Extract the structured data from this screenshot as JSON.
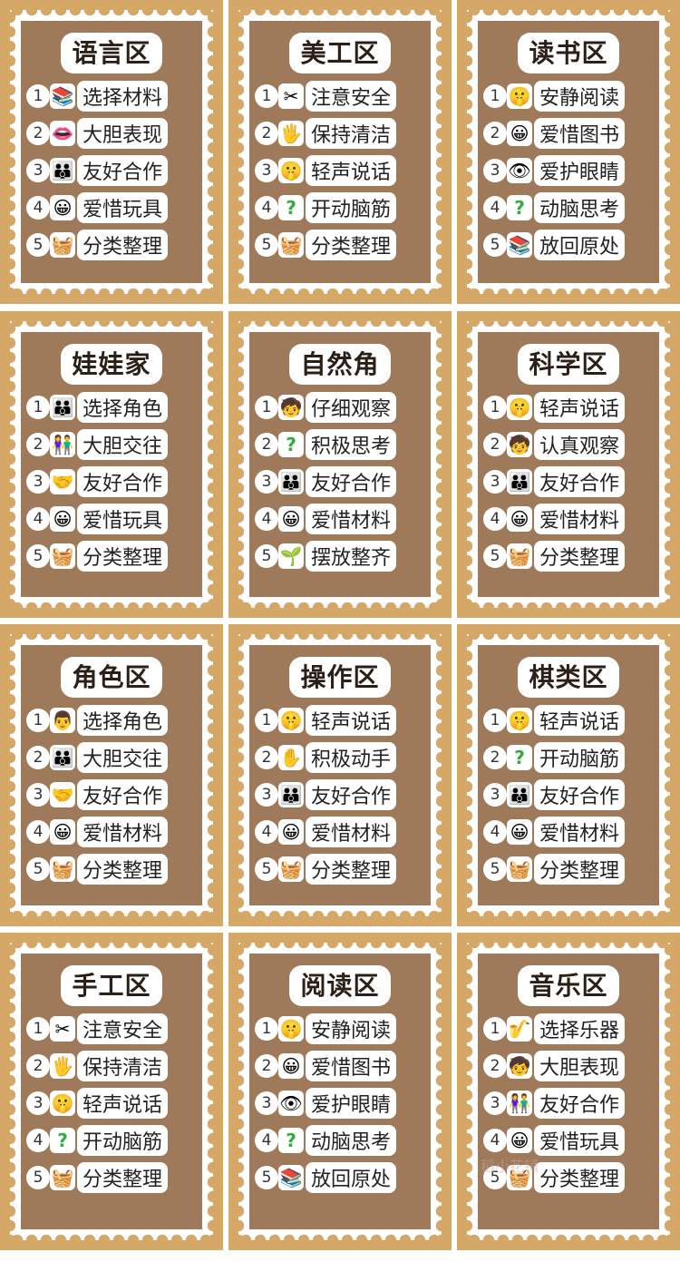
{
  "cards": [
    {
      "title": "语言区",
      "rows": [
        {
          "num": "1",
          "icon": "books-icon",
          "glyph": "📚",
          "text": "选择材料"
        },
        {
          "num": "2",
          "icon": "lips-icon",
          "glyph": "👄",
          "text": "大胆表现"
        },
        {
          "num": "3",
          "icon": "people-icon",
          "glyph": "👪",
          "text": "友好合作"
        },
        {
          "num": "4",
          "icon": "smiley-icon",
          "glyph": "😀",
          "text": "爱惜玩具"
        },
        {
          "num": "5",
          "icon": "basket-icon",
          "glyph": "🧺",
          "text": "分类整理"
        }
      ]
    },
    {
      "title": "美工区",
      "rows": [
        {
          "num": "1",
          "icon": "scissors-icon",
          "glyph": "✂",
          "text": "注意安全"
        },
        {
          "num": "2",
          "icon": "hand-icon",
          "glyph": "🖐",
          "text": "保持清洁"
        },
        {
          "num": "3",
          "icon": "quiet-sign-icon",
          "glyph": "🤫",
          "text": "轻声说话"
        },
        {
          "num": "4",
          "icon": "question-icon",
          "glyph": "?",
          "text": "开动脑筋"
        },
        {
          "num": "5",
          "icon": "basket-icon",
          "glyph": "🧺",
          "text": "分类整理"
        }
      ]
    },
    {
      "title": "读书区",
      "rows": [
        {
          "num": "1",
          "icon": "quiet-sign-icon",
          "glyph": "🤫",
          "text": "安静阅读"
        },
        {
          "num": "2",
          "icon": "smiley-icon",
          "glyph": "😀",
          "text": "爱惜图书"
        },
        {
          "num": "3",
          "icon": "eye-icon",
          "glyph": "👁",
          "text": "爱护眼睛"
        },
        {
          "num": "4",
          "icon": "question-icon",
          "glyph": "?",
          "text": "动脑思考"
        },
        {
          "num": "5",
          "icon": "books-icon",
          "glyph": "📚",
          "text": "放回原处"
        }
      ]
    },
    {
      "title": "娃娃家",
      "rows": [
        {
          "num": "1",
          "icon": "family-icon",
          "glyph": "👪",
          "text": "选择角色"
        },
        {
          "num": "2",
          "icon": "people-icon",
          "glyph": "👫",
          "text": "大胆交往"
        },
        {
          "num": "3",
          "icon": "handshake-icon",
          "glyph": "🤝",
          "text": "友好合作"
        },
        {
          "num": "4",
          "icon": "smiley-icon",
          "glyph": "😀",
          "text": "爱惜玩具"
        },
        {
          "num": "5",
          "icon": "basket-icon",
          "glyph": "🧺",
          "text": "分类整理"
        }
      ]
    },
    {
      "title": "自然角",
      "rows": [
        {
          "num": "1",
          "icon": "child-observe-icon",
          "glyph": "🧒",
          "text": "仔细观察"
        },
        {
          "num": "2",
          "icon": "question-icon",
          "glyph": "?",
          "text": "积极思考"
        },
        {
          "num": "3",
          "icon": "people-icon",
          "glyph": "👪",
          "text": "友好合作"
        },
        {
          "num": "4",
          "icon": "smiley-icon",
          "glyph": "😀",
          "text": "爱惜材料"
        },
        {
          "num": "5",
          "icon": "plant-icon",
          "glyph": "🌱",
          "text": "摆放整齐"
        }
      ]
    },
    {
      "title": "科学区",
      "rows": [
        {
          "num": "1",
          "icon": "quiet-sign-icon",
          "glyph": "🤫",
          "text": "轻声说话"
        },
        {
          "num": "2",
          "icon": "child-observe-icon",
          "glyph": "🧒",
          "text": "认真观察"
        },
        {
          "num": "3",
          "icon": "people-icon",
          "glyph": "👪",
          "text": "友好合作"
        },
        {
          "num": "4",
          "icon": "smiley-icon",
          "glyph": "😀",
          "text": "爱惜材料"
        },
        {
          "num": "5",
          "icon": "basket-icon",
          "glyph": "🧺",
          "text": "分类整理"
        }
      ]
    },
    {
      "title": "角色区",
      "rows": [
        {
          "num": "1",
          "icon": "chef-icon",
          "glyph": "👨",
          "text": "选择角色"
        },
        {
          "num": "2",
          "icon": "people-icon",
          "glyph": "👪",
          "text": "大胆交往"
        },
        {
          "num": "3",
          "icon": "handshake-icon",
          "glyph": "🤝",
          "text": "友好合作"
        },
        {
          "num": "4",
          "icon": "smiley-icon",
          "glyph": "😀",
          "text": "爱惜材料"
        },
        {
          "num": "5",
          "icon": "basket-icon",
          "glyph": "🧺",
          "text": "分类整理"
        }
      ]
    },
    {
      "title": "操作区",
      "rows": [
        {
          "num": "1",
          "icon": "quiet-sign-icon",
          "glyph": "🤫",
          "text": "轻声说话"
        },
        {
          "num": "2",
          "icon": "glove-hand-icon",
          "glyph": "✋",
          "text": "积极动手"
        },
        {
          "num": "3",
          "icon": "people-icon",
          "glyph": "👪",
          "text": "友好合作"
        },
        {
          "num": "4",
          "icon": "smiley-icon",
          "glyph": "😀",
          "text": "爱惜材料"
        },
        {
          "num": "5",
          "icon": "basket-icon",
          "glyph": "🧺",
          "text": "分类整理"
        }
      ]
    },
    {
      "title": "棋类区",
      "rows": [
        {
          "num": "1",
          "icon": "quiet-sign-icon",
          "glyph": "🤫",
          "text": "轻声说话"
        },
        {
          "num": "2",
          "icon": "question-icon",
          "glyph": "?",
          "text": "开动脑筋"
        },
        {
          "num": "3",
          "icon": "people-icon",
          "glyph": "👪",
          "text": "友好合作"
        },
        {
          "num": "4",
          "icon": "smiley-icon",
          "glyph": "😀",
          "text": "爱惜材料"
        },
        {
          "num": "5",
          "icon": "basket-icon",
          "glyph": "🧺",
          "text": "分类整理"
        }
      ]
    },
    {
      "title": "手工区",
      "rows": [
        {
          "num": "1",
          "icon": "scissors-icon",
          "glyph": "✂",
          "text": "注意安全"
        },
        {
          "num": "2",
          "icon": "hand-icon",
          "glyph": "🖐",
          "text": "保持清洁"
        },
        {
          "num": "3",
          "icon": "quiet-sign-icon",
          "glyph": "🤫",
          "text": "轻声说话"
        },
        {
          "num": "4",
          "icon": "question-icon",
          "glyph": "?",
          "text": "开动脑筋"
        },
        {
          "num": "5",
          "icon": "basket-icon",
          "glyph": "🧺",
          "text": "分类整理"
        }
      ]
    },
    {
      "title": "阅读区",
      "rows": [
        {
          "num": "1",
          "icon": "quiet-sign-icon",
          "glyph": "🤫",
          "text": "安静阅读"
        },
        {
          "num": "2",
          "icon": "smiley-icon",
          "glyph": "😀",
          "text": "爱惜图书"
        },
        {
          "num": "3",
          "icon": "eye-icon",
          "glyph": "👁",
          "text": "爱护眼睛"
        },
        {
          "num": "4",
          "icon": "question-icon",
          "glyph": "?",
          "text": "动脑思考"
        },
        {
          "num": "5",
          "icon": "books-icon",
          "glyph": "📚",
          "text": "放回原处"
        }
      ]
    },
    {
      "title": "音乐区",
      "rows": [
        {
          "num": "1",
          "icon": "saxophone-icon",
          "glyph": "🎷",
          "text": "选择乐器"
        },
        {
          "num": "2",
          "icon": "singer-icon",
          "glyph": "🧒",
          "text": "大胆表现"
        },
        {
          "num": "3",
          "icon": "people-blue-icon",
          "glyph": "👫",
          "text": "友好合作"
        },
        {
          "num": "4",
          "icon": "smiley-icon",
          "glyph": "😀",
          "text": "爱惜玩具"
        },
        {
          "num": "5",
          "icon": "basket-icon",
          "glyph": "🧺",
          "text": "分类整理"
        }
      ]
    }
  ],
  "watermark": "稻小花铺",
  "colors": {
    "frame": "#d6a868",
    "panel": "#9e7a5b",
    "text": "#222222"
  }
}
